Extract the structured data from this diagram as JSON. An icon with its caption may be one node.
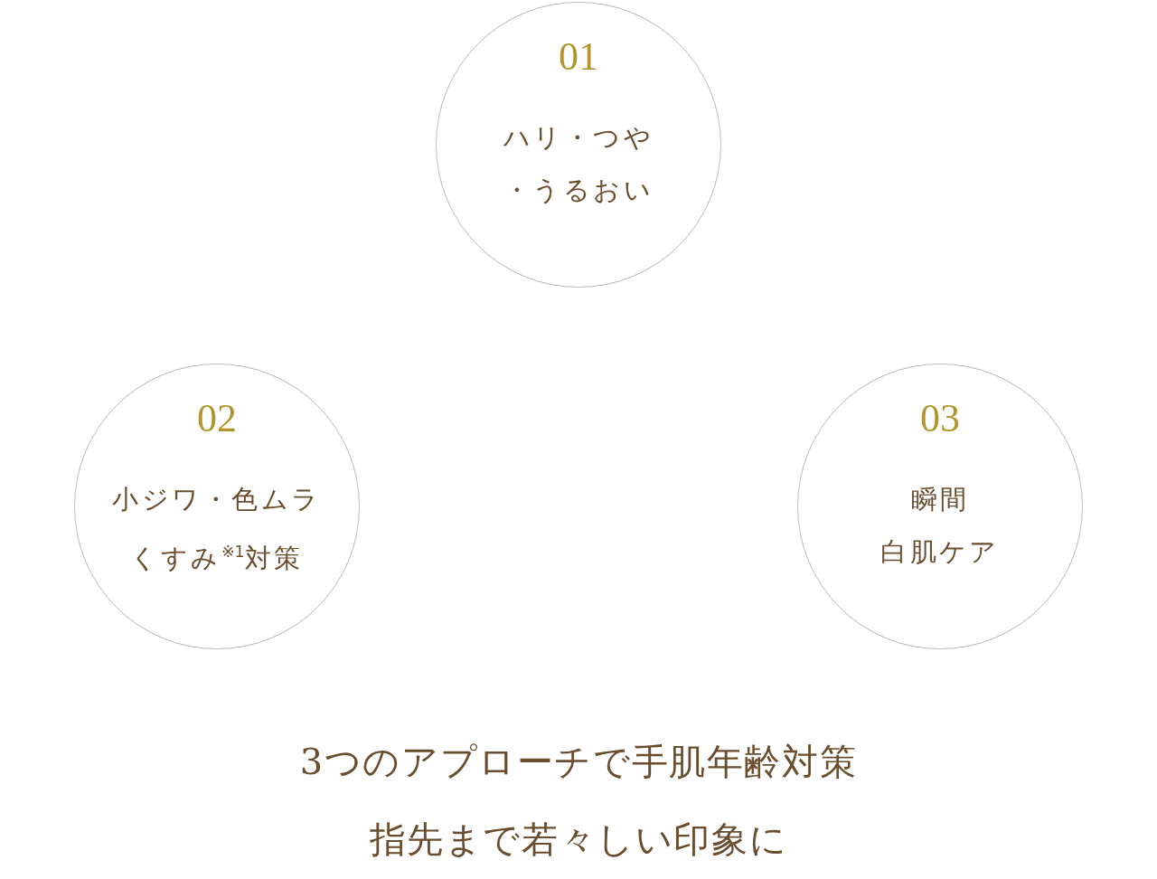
{
  "diagram": {
    "nodes": [
      {
        "text": [
          "01",
          "ハリ・つや・うるおい"
        ]
      },
      {
        "text": [
          "02",
          "小ジワ・色ムラくすみ$^{※1}$対策"
        ]
      },
      {
        "text": [
          "03",
          "瞬間白肌ケア"
        ]
      }
    ],
    "labels": [
      "3つのアプローチで手肌年齢対策",
      "指先まで若々しい印象に"
    ]
  }
}
